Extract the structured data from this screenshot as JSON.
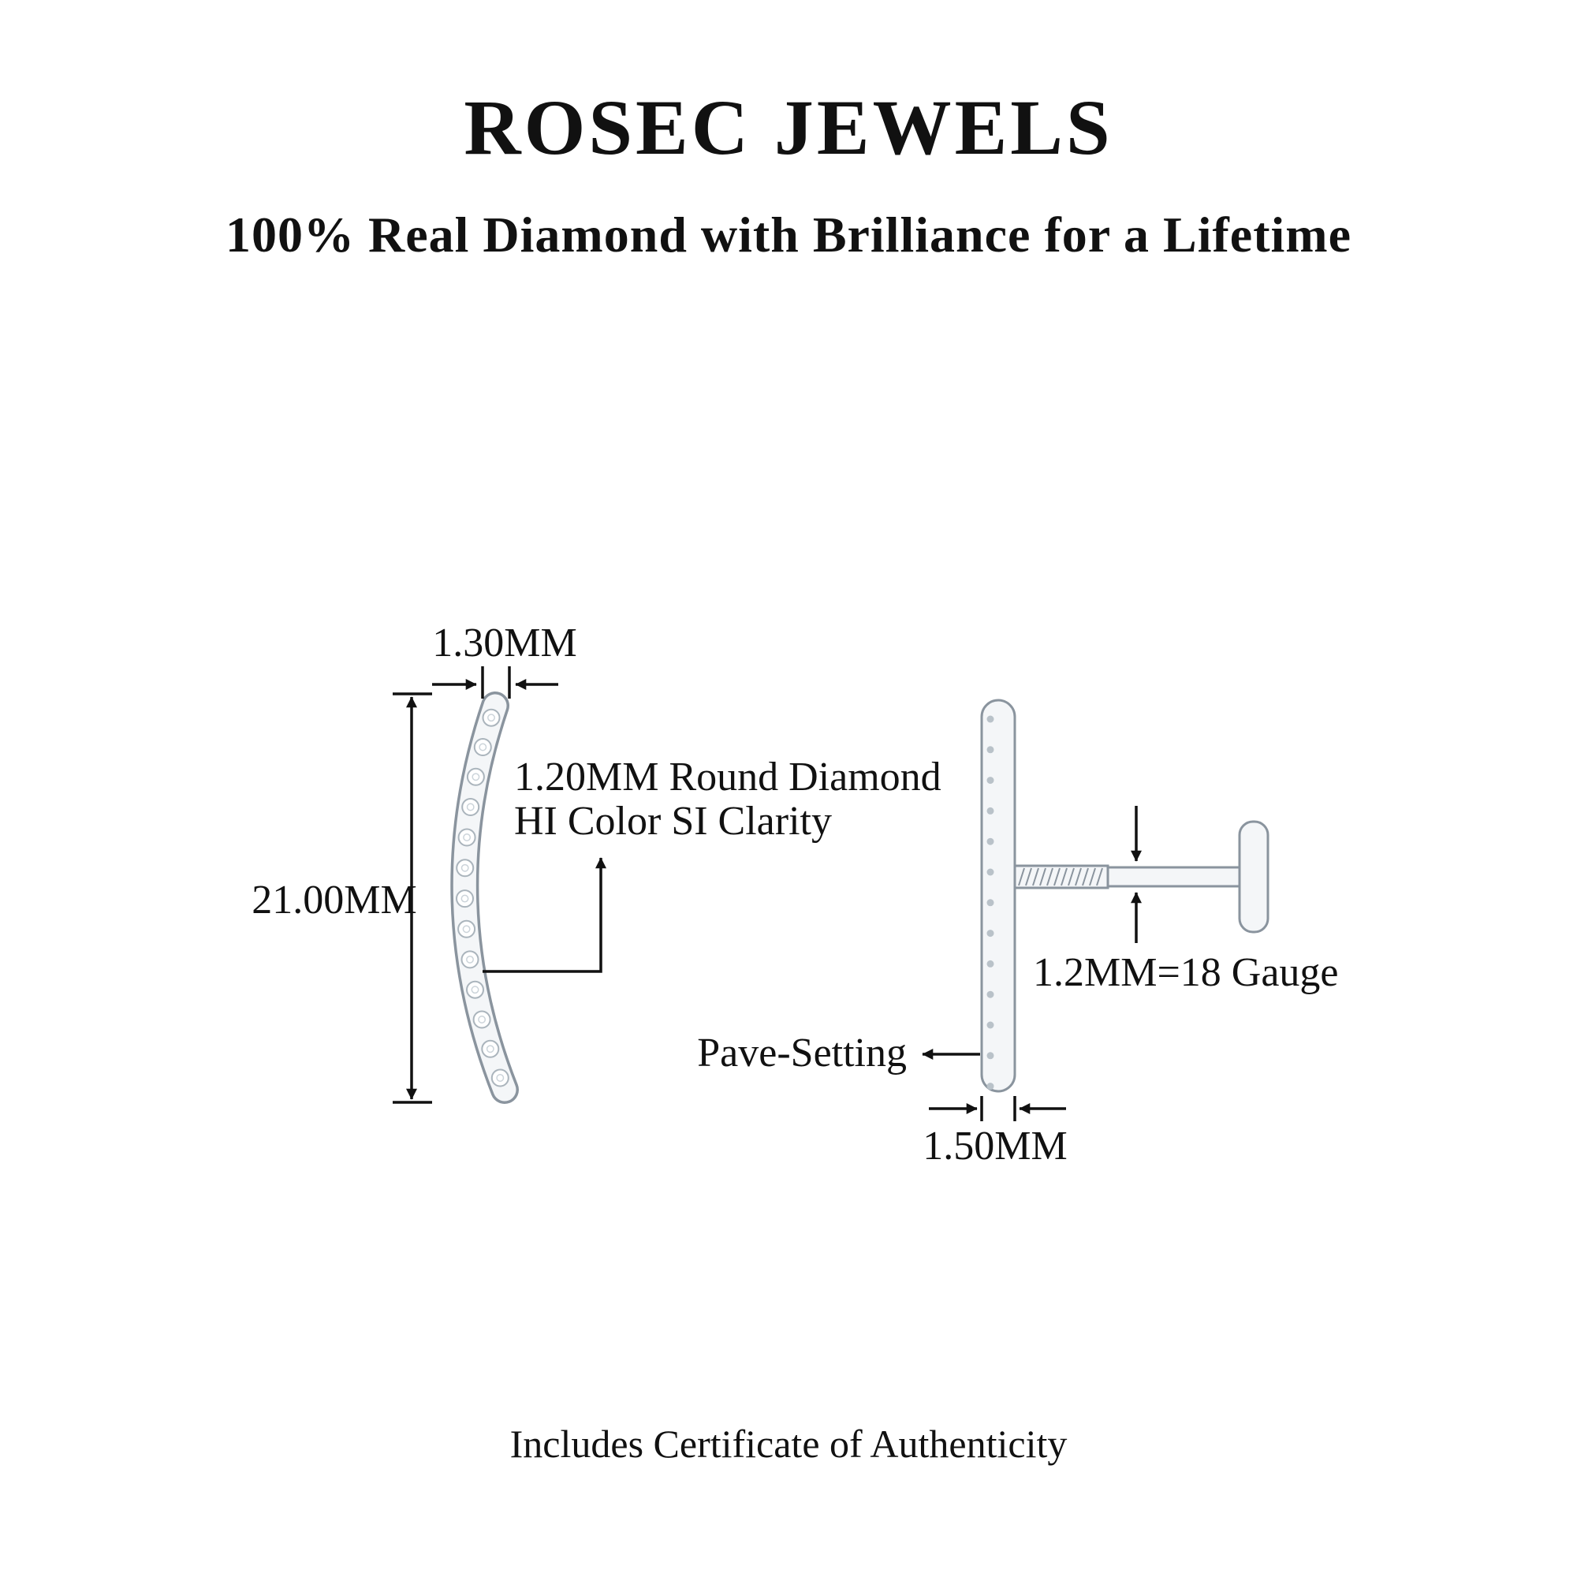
{
  "page": {
    "title": "ROSEC JEWELS",
    "subtitle": "100% Real Diamond with Brilliance for a Lifetime",
    "footer_note": "Includes Certificate of Authenticity"
  },
  "front_view": {
    "top_width": "1.30MM",
    "height": "21.00MM",
    "stone_line1": "1.20MM Round Diamond",
    "stone_line2": "HI Color SI Clarity"
  },
  "side_view": {
    "post_gauge": "1.2MM=18 Gauge",
    "setting": "Pave-Setting",
    "thickness": "1.50MM"
  },
  "colors": {
    "ink": "#111111",
    "metal_outline": "#8a949e",
    "metal_fill": "#f4f6f8",
    "diamond_outline": "#aab4bc"
  }
}
